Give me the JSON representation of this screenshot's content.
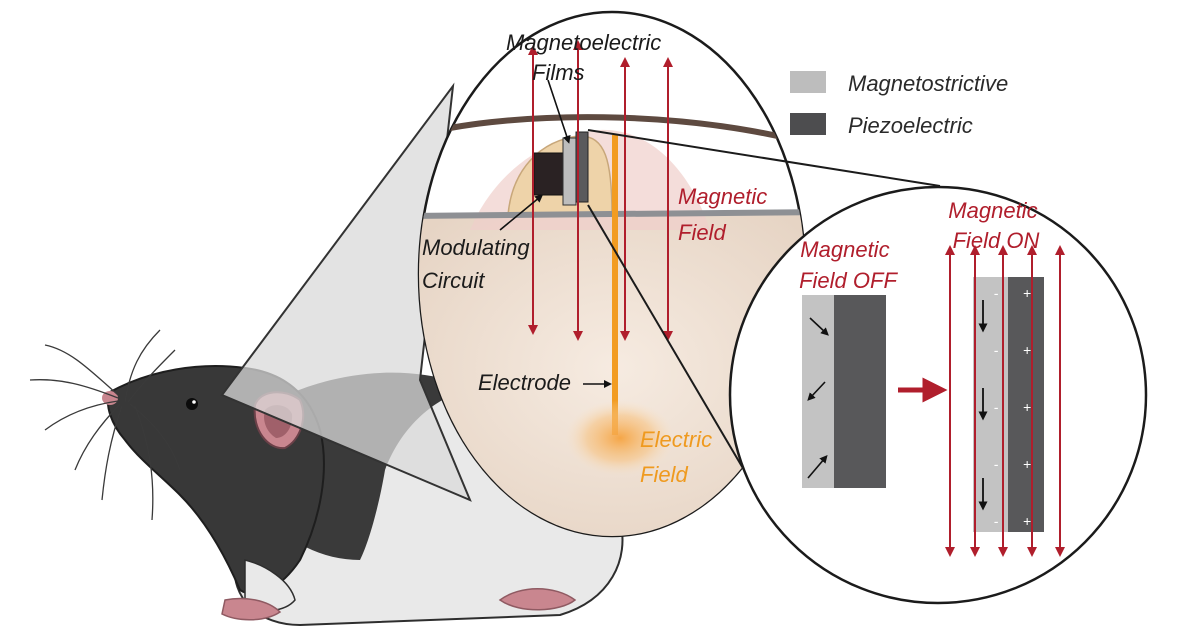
{
  "labels": {
    "magnetoelectric_line1": "Magnetoelectric",
    "magnetoelectric_line2": "Films",
    "magnetic_field_line1": "Magnetic",
    "magnetic_field_line2": "Field",
    "modulating_line1": "Modulating",
    "modulating_line2": "Circuit",
    "electrode": "Electrode",
    "electric_field_line1": "Electric",
    "electric_field_line2": "Field",
    "field_off_line1": "Magnetic",
    "field_off_line2": "Field OFF",
    "field_on_line1": "Magnetic",
    "field_on_line2": "Field ON"
  },
  "legend": [
    {
      "label": "Magnetostrictive",
      "color": "#bdbdbd"
    },
    {
      "label": "Piezoelectric",
      "color": "#4d4d4f"
    }
  ],
  "charges": {
    "negative": "-",
    "positive": "+"
  },
  "colors": {
    "field_red": "#b01e2c",
    "electrode_orange": "#f29c22",
    "rat_dark": "#383838",
    "rat_light": "#e9e9e9",
    "rat_pink": "#c9868f",
    "skin": "#f4e7da",
    "skull": "#5e4a40"
  }
}
